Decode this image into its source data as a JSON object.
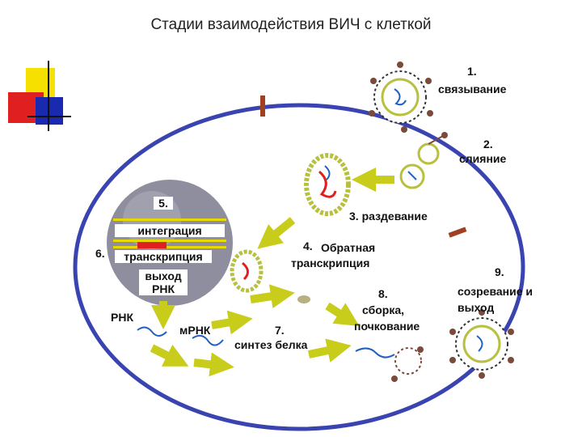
{
  "title": "Стадии взаимодействия ВИЧ с клеткой",
  "colors": {
    "membrane": "#3a44b0",
    "arrow": "#c8cc1a",
    "nucleus": "#8e8e9e",
    "band": "#e8d800",
    "capsid": "#b8c040",
    "rna": "#2060c0",
    "spike": "#7a4a3a",
    "deco_yellow": "#f5e000",
    "deco_red": "#e02020",
    "deco_blue": "#1a2ab0"
  },
  "stages": {
    "s1": "1.",
    "s1_text": "связывание",
    "s2": "2.",
    "s2_text": "слияние",
    "s3": "3. раздевание",
    "s4_num": "4.",
    "s4_line1": "Обратная",
    "s4_line2": "транскрипция",
    "s5": "5.",
    "integration": "интеграция",
    "s6": "6.",
    "transcription": "транскрипция",
    "exit_line1": "выход",
    "exit_line2": "РНК",
    "rna": "РНК",
    "mrna": "мРНК",
    "s7": "7.",
    "s7_text": "синтез белка",
    "s8": "8.",
    "s8_line1": "сборка,",
    "s8_line2": "почкование",
    "s9": "9.",
    "s9_line1": "созревание и",
    "s9_line2": "выход"
  }
}
